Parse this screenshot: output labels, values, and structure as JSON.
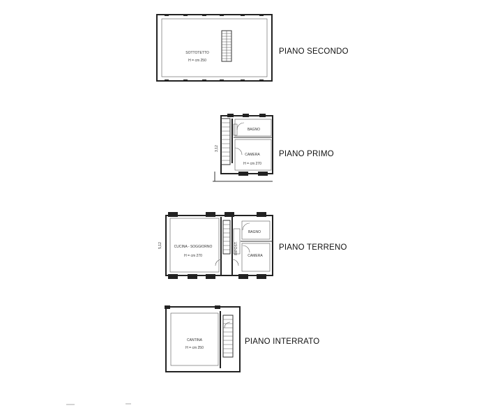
{
  "floors": {
    "secondo": {
      "label": "PIANO SECONDO",
      "room": "SOTTOTETTO",
      "height": "H = cm 250"
    },
    "primo": {
      "label": "PIANO PRIMO",
      "room_bagno": "BAGNO",
      "room_camera": "CAMERA",
      "height": "H = cm 270",
      "dim": "3,12"
    },
    "terreno": {
      "label": "PIANO TERRENO",
      "room_cucina": "CUCINA - SOGGIORNO",
      "height": "H = cm 270",
      "room_bagno": "BAGNO",
      "room_camera": "CAMERA",
      "room_ripost": "RIPOST.",
      "dim": "5,12"
    },
    "interrato": {
      "label": "PIANO INTERRATO",
      "room": "CANTINA",
      "height": "H = cm 250"
    }
  }
}
